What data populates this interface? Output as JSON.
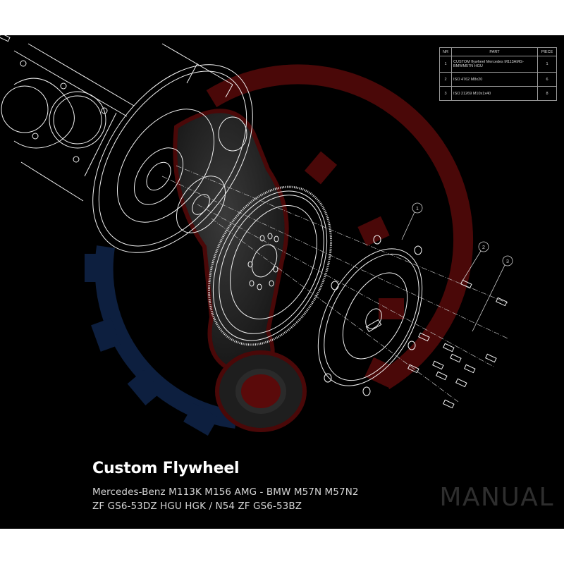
{
  "product": {
    "title": "Custom Flywheel",
    "subtitle_line1": "Mercedes-Benz M113K M156 AMG - BMW M57N M57N2",
    "subtitle_line2": "ZF GS6-53DZ HGU HGK / N54 ZF GS6-53BZ",
    "badge": "MANUAL"
  },
  "parts_table": {
    "headers": {
      "nr": "NR",
      "part": "PART",
      "piece": "PIECE"
    },
    "rows": [
      {
        "nr": "1",
        "part": "CUSTOM flywheel Mercedes M113AMG-BMWM57N HGU",
        "piece": "1"
      },
      {
        "nr": "2",
        "part": "ISO 4762 M8x20",
        "piece": "6"
      },
      {
        "nr": "3",
        "part": "ISO 21269 M10x1x40",
        "piece": "8"
      }
    ]
  },
  "callouts": [
    "1",
    "2",
    "3"
  ],
  "colors": {
    "background": "#000000",
    "line_art": "#f2f2f2",
    "logo_red": "#5a0a0a",
    "logo_blue": "#0d1f3f",
    "logo_gray": "#2a2a2a",
    "manual_text": "#2e2e2e"
  }
}
